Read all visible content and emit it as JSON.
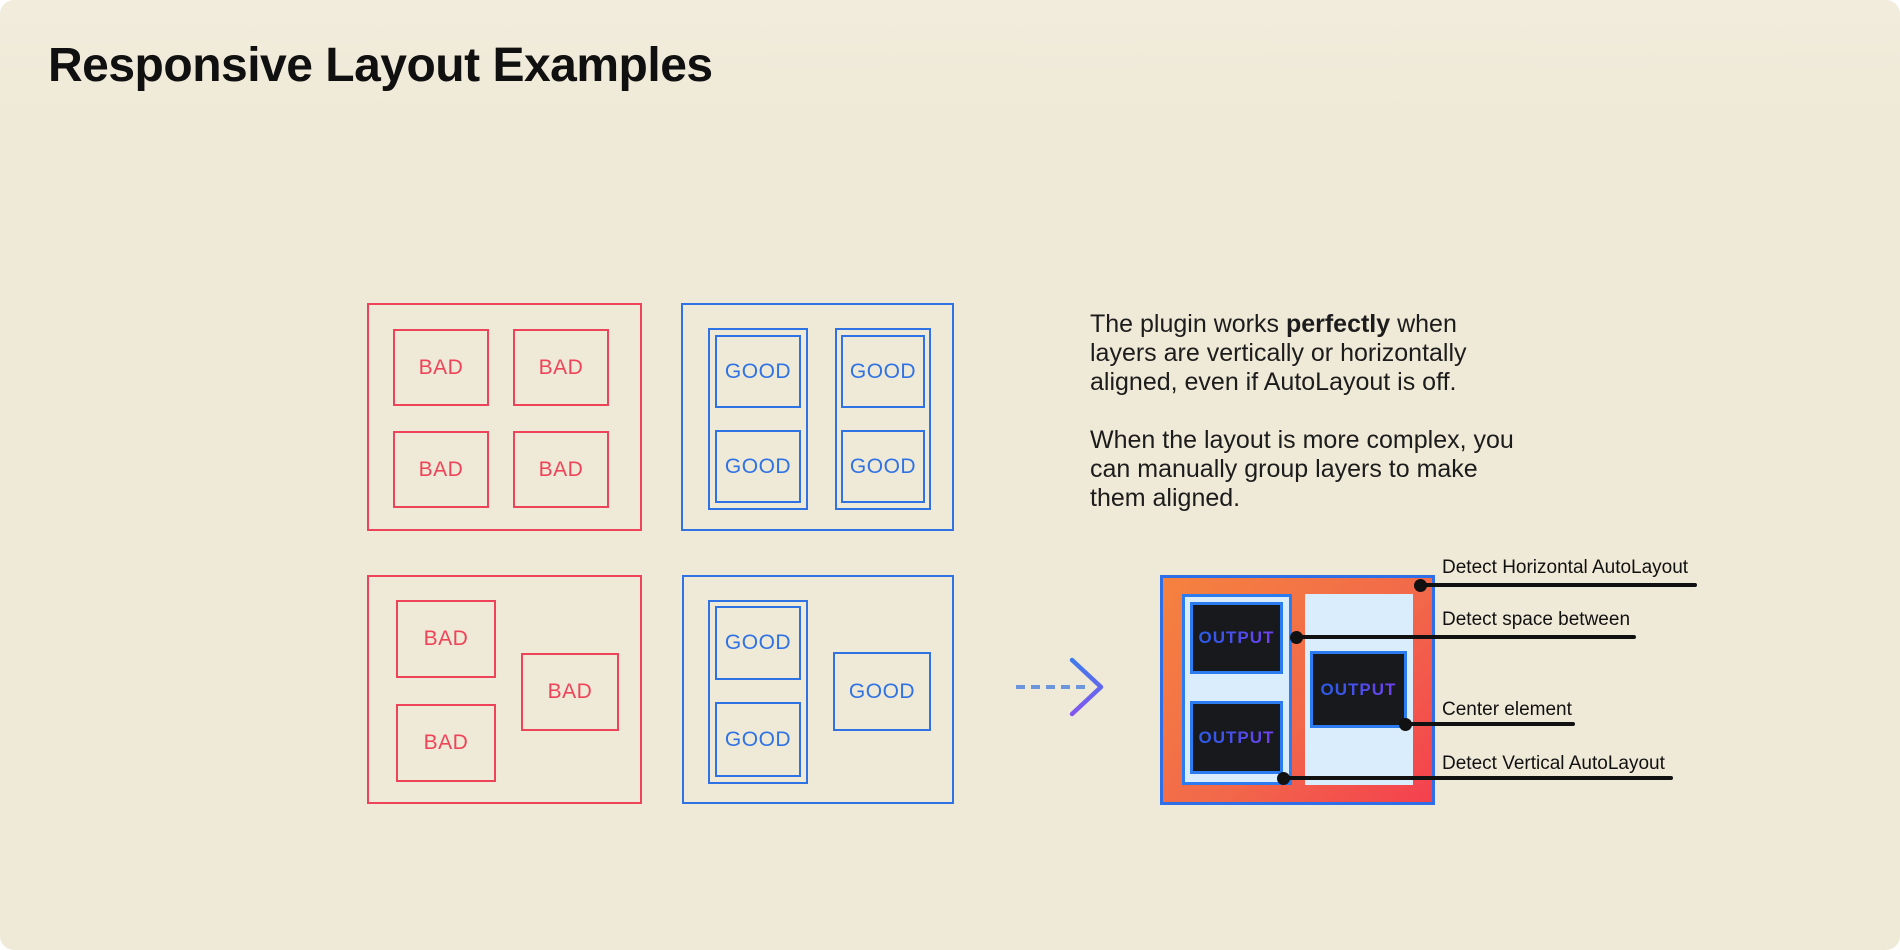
{
  "page": {
    "title": "Responsive Layout Examples",
    "background": "#efe9d7"
  },
  "colors": {
    "bad_red": "#ee4358",
    "good_blue": "#2f72e4",
    "text_black": "#1c1c1c",
    "output_gradient_start": "#f5823f",
    "output_gradient_end": "#f4404e",
    "output_border_blue": "#2b7cf0",
    "output_pale_blue": "#d9edfc",
    "output_dark_box": "#17191d",
    "output_text_gradient_start": "#2f5ae8",
    "output_text_gradient_end": "#7040ee",
    "annotation_black": "#111111"
  },
  "groups": {
    "bad_aligned": {
      "labels": [
        "BAD",
        "BAD",
        "BAD",
        "BAD"
      ]
    },
    "good_aligned": {
      "labels": [
        "GOOD",
        "GOOD",
        "GOOD",
        "GOOD"
      ]
    },
    "bad_misaligned": {
      "labels": [
        "BAD",
        "BAD",
        "BAD"
      ]
    },
    "good_misaligned": {
      "labels": [
        "GOOD",
        "GOOD",
        "GOOD"
      ]
    }
  },
  "description": {
    "line1_pre": "The plugin works ",
    "line1_bold": "perfectly",
    "line1_post": " when",
    "line2": "layers are vertically or horizontally",
    "line3": "aligned, even if AutoLayout is off.",
    "line4": "When the layout is more complex, you",
    "line5": "can manually group layers to make",
    "line6": "them aligned."
  },
  "icons": {
    "flow_arrow": "dashed-arrow-right"
  },
  "output": {
    "labels": [
      "OUTPUT",
      "OUTPUT",
      "OUTPUT"
    ]
  },
  "annotations": [
    {
      "label": "Detect Horizontal AutoLayout"
    },
    {
      "label": "Detect space between"
    },
    {
      "label": "Center element"
    },
    {
      "label": "Detect Vertical AutoLayout"
    }
  ]
}
